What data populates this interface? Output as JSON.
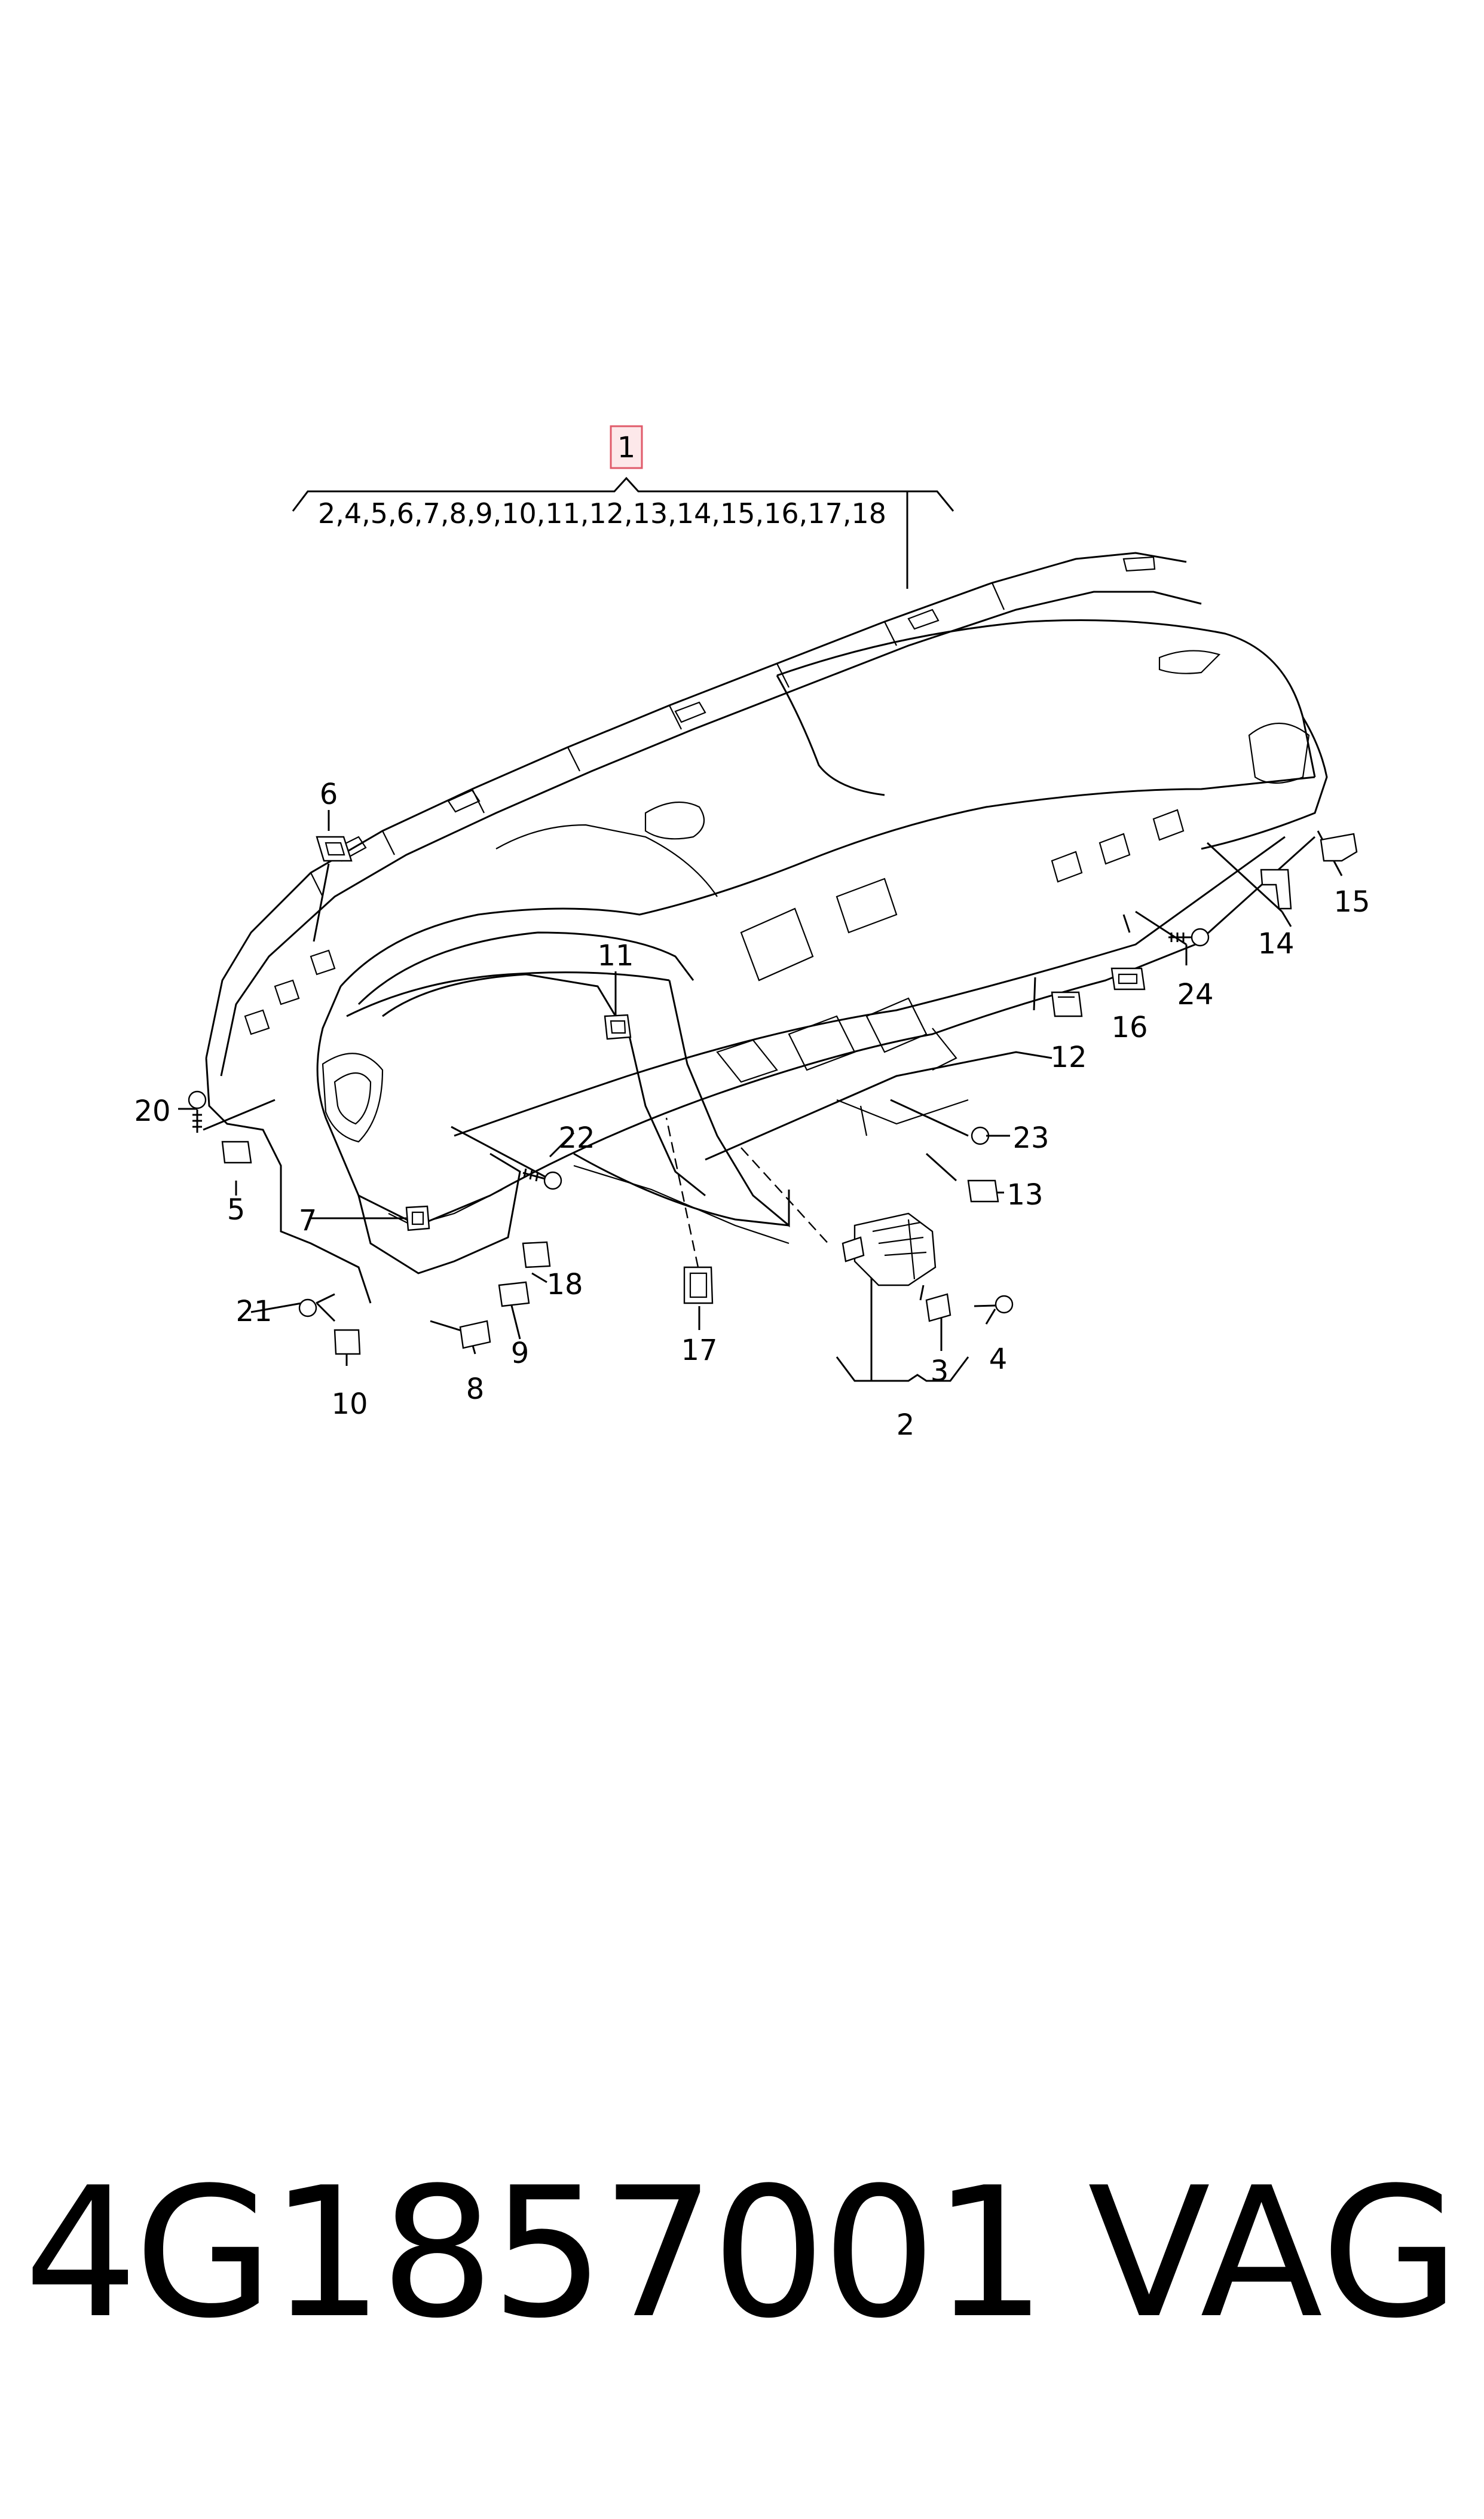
{
  "diagram": {
    "main_part_label": "1",
    "main_part_highlight_color": "#e05a6a",
    "main_part_subparts": "2,4,5,6,7,8,9,10,11,12,13,14,15,16,17,18",
    "callouts": {
      "c2": "2",
      "c3": "3",
      "c4": "4",
      "c5": "5",
      "c6": "6",
      "c7": "7",
      "c8": "8",
      "c9": "9",
      "c10": "10",
      "c11": "11",
      "c12": "12",
      "c13": "13",
      "c14": "14",
      "c15": "15",
      "c16": "16",
      "c17": "17",
      "c18": "18",
      "c20": "20",
      "c21": "21",
      "c22": "22",
      "c23": "23",
      "c24": "24"
    }
  },
  "footer": {
    "part_number": "4G1857001",
    "brand": "VAG"
  }
}
